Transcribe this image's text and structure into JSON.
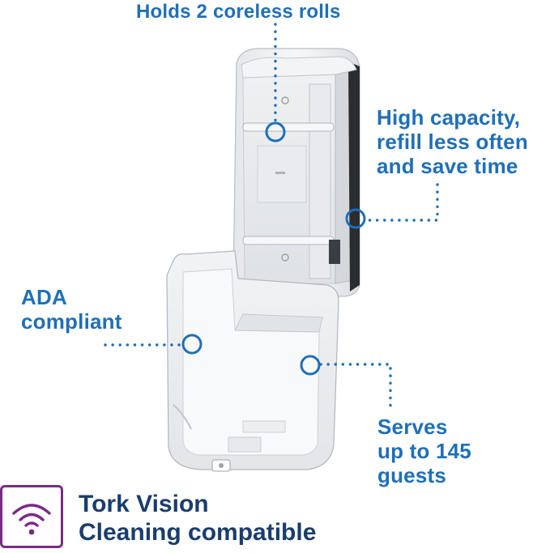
{
  "callouts": {
    "rolls": {
      "lines": [
        "Holds 2 coreless rolls"
      ]
    },
    "capacity": {
      "lines": [
        "High capacity,",
        "refill less often",
        "and save time"
      ]
    },
    "ada": {
      "lines": [
        "ADA",
        "compliant"
      ]
    },
    "guests": {
      "lines": [
        "Serves",
        "up to 145",
        "guests"
      ]
    }
  },
  "badge": {
    "icon": "wifi-signal-icon",
    "lines": [
      "Tork Vision",
      "Cleaning compatible"
    ]
  },
  "colors": {
    "callout_text": "#1f6fb8",
    "badge_border": "#7a2a86",
    "badge_text": "#1a3d6d"
  }
}
